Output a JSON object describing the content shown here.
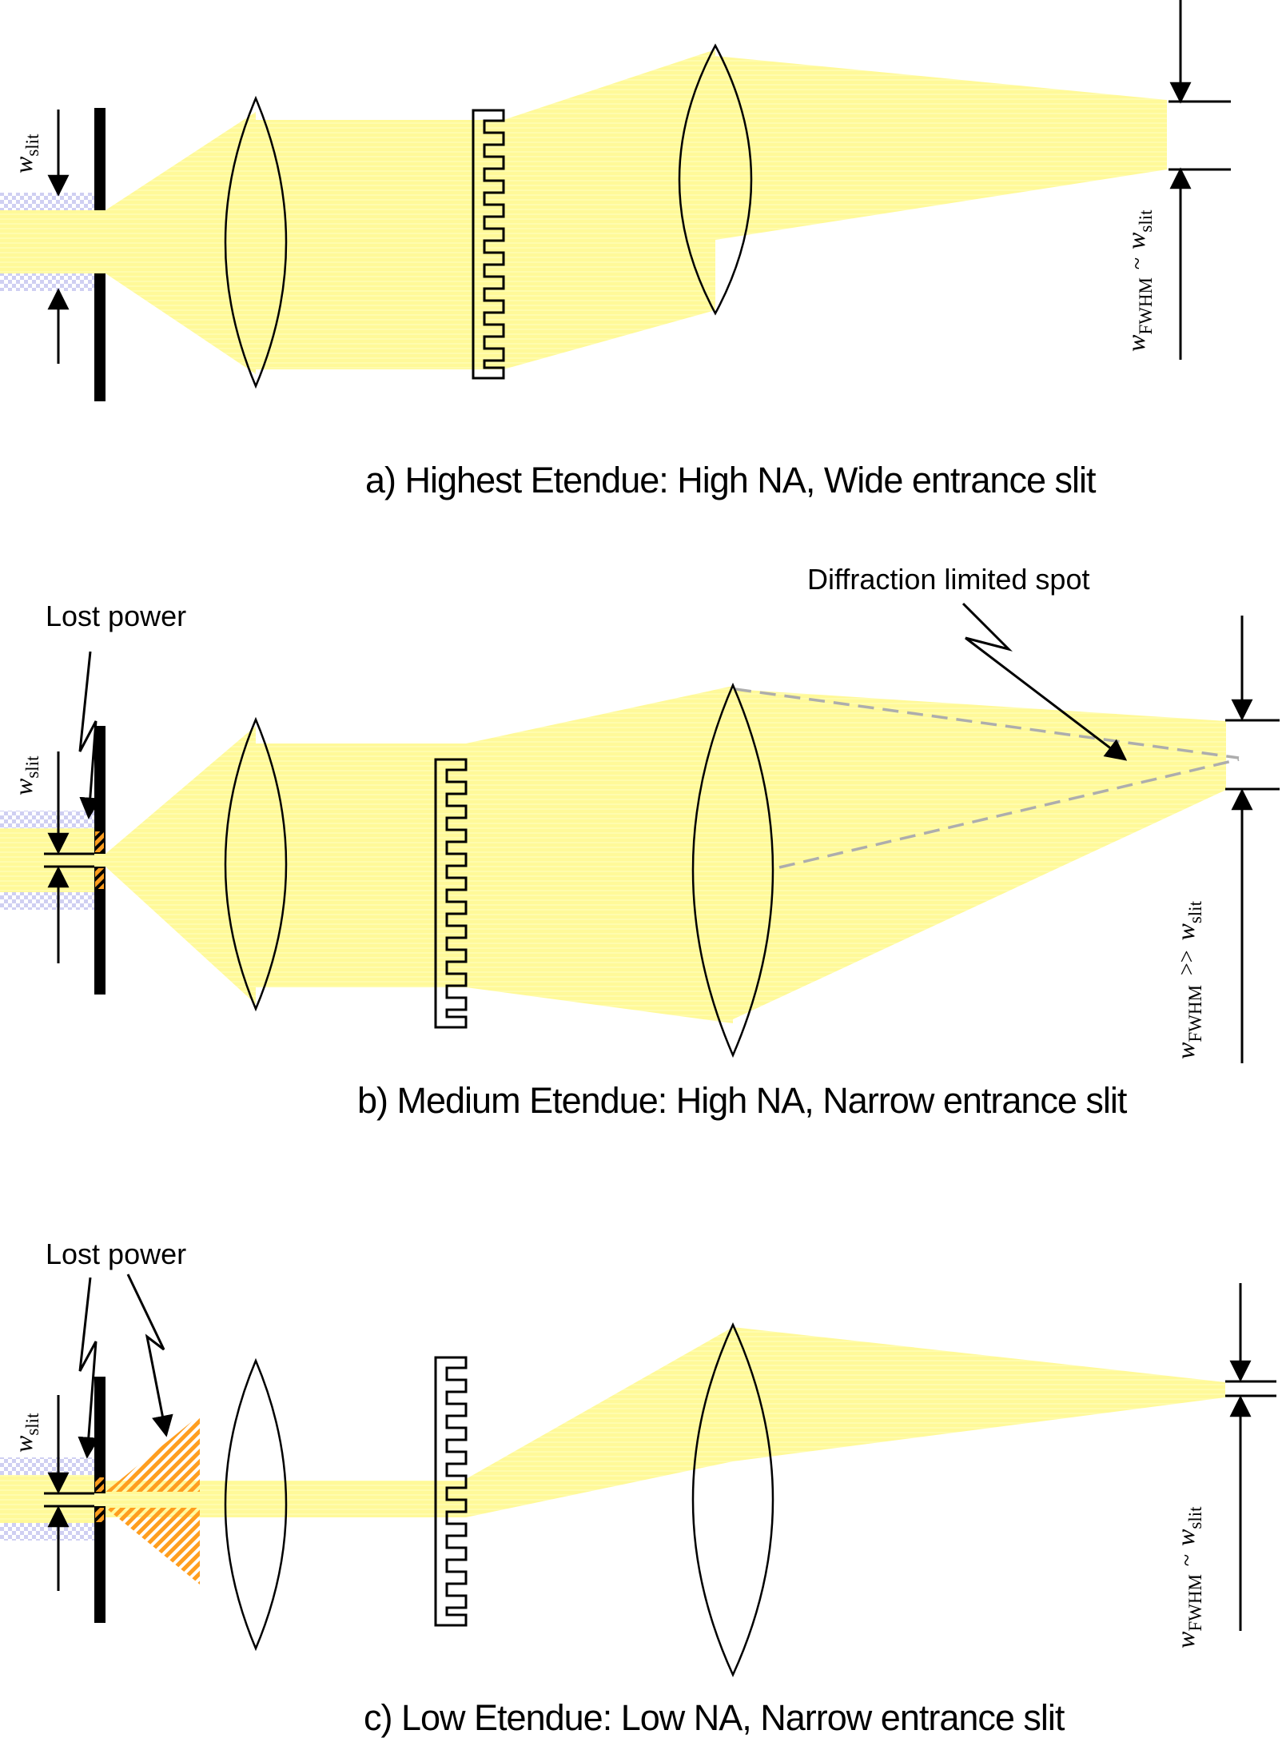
{
  "diagram": {
    "panels": [
      {
        "caption": "a) Highest Etendue: High NA, Wide entrance slit",
        "slit_width_label": {
          "symbol": "w",
          "sub": "slit"
        },
        "output_width_label": {
          "symbol": "w",
          "sub": "FWHM",
          "relation": "~",
          "symbol2": "w",
          "sub2": "slit"
        }
      },
      {
        "caption": "b) Medium Etendue: High NA, Narrow entrance slit",
        "lost_power_label": "Lost power",
        "diffraction_label": "Diffraction limited spot",
        "slit_width_label": {
          "symbol": "w",
          "sub": "slit"
        },
        "output_width_label": {
          "symbol": "w",
          "sub": "FWHM",
          "relation": ">>",
          "symbol2": "w",
          "sub2": "slit"
        }
      },
      {
        "caption": "c) Low Etendue: Low NA, Narrow entrance slit",
        "lost_power_label": "Lost power",
        "slit_width_label": {
          "symbol": "w",
          "sub": "slit"
        },
        "output_width_label": {
          "symbol": "w",
          "sub": "FWHM",
          "relation": "~",
          "symbol2": "w",
          "sub2": "slit"
        }
      }
    ],
    "colors": {
      "ink": "#000000",
      "beam1": "#FFF999",
      "beam2": "#FFFCAE",
      "checker": "#CFCFF2",
      "hatch": "#FF9E1F",
      "dash": "#ADADAD"
    }
  }
}
